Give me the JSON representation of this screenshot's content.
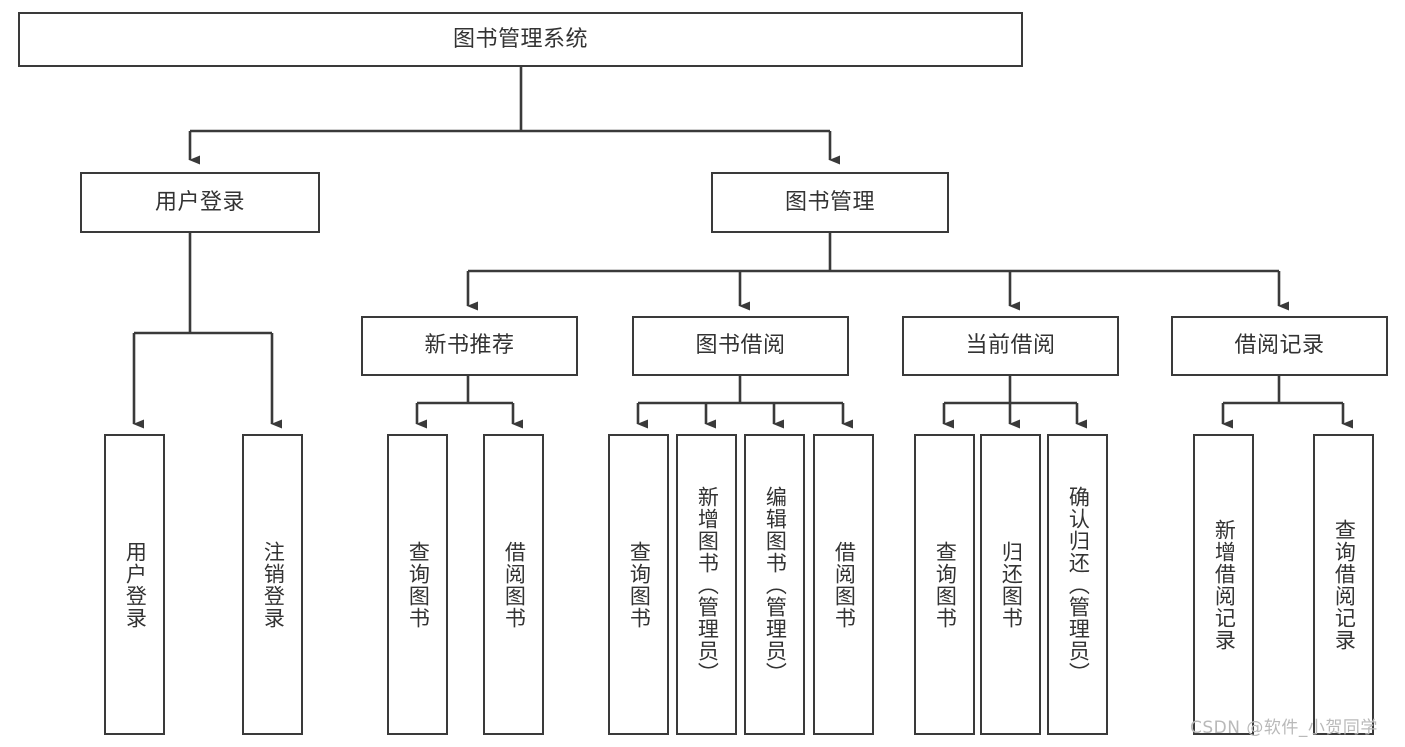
{
  "diagram": {
    "title": "图书管理系统",
    "type": "tree-hierarchy",
    "root": {
      "label": "图书管理系统"
    },
    "level2": [
      {
        "label": "用户登录"
      },
      {
        "label": "图书管理"
      }
    ],
    "level3": [
      {
        "label": "新书推荐"
      },
      {
        "label": "图书借阅"
      },
      {
        "label": "当前借阅"
      },
      {
        "label": "借阅记录"
      }
    ],
    "leaves": {
      "user_login": [
        {
          "label": "用户登录"
        },
        {
          "label": "注销登录"
        }
      ],
      "new_book_recommend": [
        {
          "label": "查询图书"
        },
        {
          "label": "借阅图书"
        }
      ],
      "book_borrow": [
        {
          "label": "查询图书"
        },
        {
          "label": "新增图书（管理员）"
        },
        {
          "label": "编辑图书（管理员）"
        },
        {
          "label": "借阅图书"
        }
      ],
      "current_borrow": [
        {
          "label": "查询图书"
        },
        {
          "label": "归还图书"
        },
        {
          "label": "确认归还（管理员）"
        }
      ],
      "borrow_record": [
        {
          "label": "新增借阅记录"
        },
        {
          "label": "查询借阅记录"
        }
      ]
    }
  },
  "watermark": {
    "text": "CSDN @软件_小贺同学"
  },
  "colors": {
    "border": "#3a3a3a",
    "text": "#333333",
    "background": "#ffffff",
    "watermark": "#b9b9b9"
  }
}
